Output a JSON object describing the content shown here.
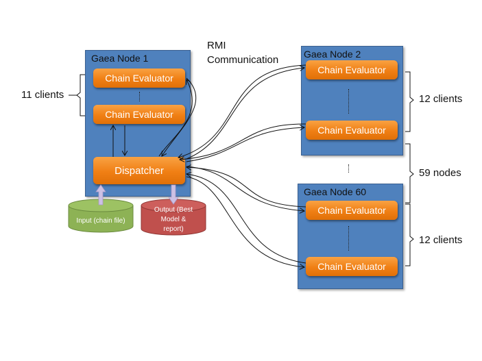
{
  "diagram": {
    "rmi_label_line1": "RMI",
    "rmi_label_line2": "Communication",
    "node1": {
      "title": "Gaea Node 1",
      "evaluator_top": "Chain Evaluator",
      "evaluator_bottom": "Chain Evaluator",
      "dispatcher": "Dispatcher",
      "clients_label": "11 clients"
    },
    "node2": {
      "title": "Gaea Node 2",
      "evaluator_top": "Chain Evaluator",
      "evaluator_bottom": "Chain Evaluator",
      "clients_label": "12 clients"
    },
    "node60": {
      "title": "Gaea Node 60",
      "evaluator_top": "Chain Evaluator",
      "evaluator_bottom": "Chain Evaluator",
      "clients_label": "12 clients"
    },
    "nodes_label": "59 nodes",
    "input_db": "Input (chain file)",
    "output_db_line1": "Output (Best",
    "output_db_line2": "Model &",
    "output_db_line3": "report)",
    "colors": {
      "node": "#4f81bd",
      "evaluator": "#f07f14",
      "input_db": "#8db255",
      "output_db": "#c0504d",
      "io_arrow": "#ccc0e4"
    }
  }
}
